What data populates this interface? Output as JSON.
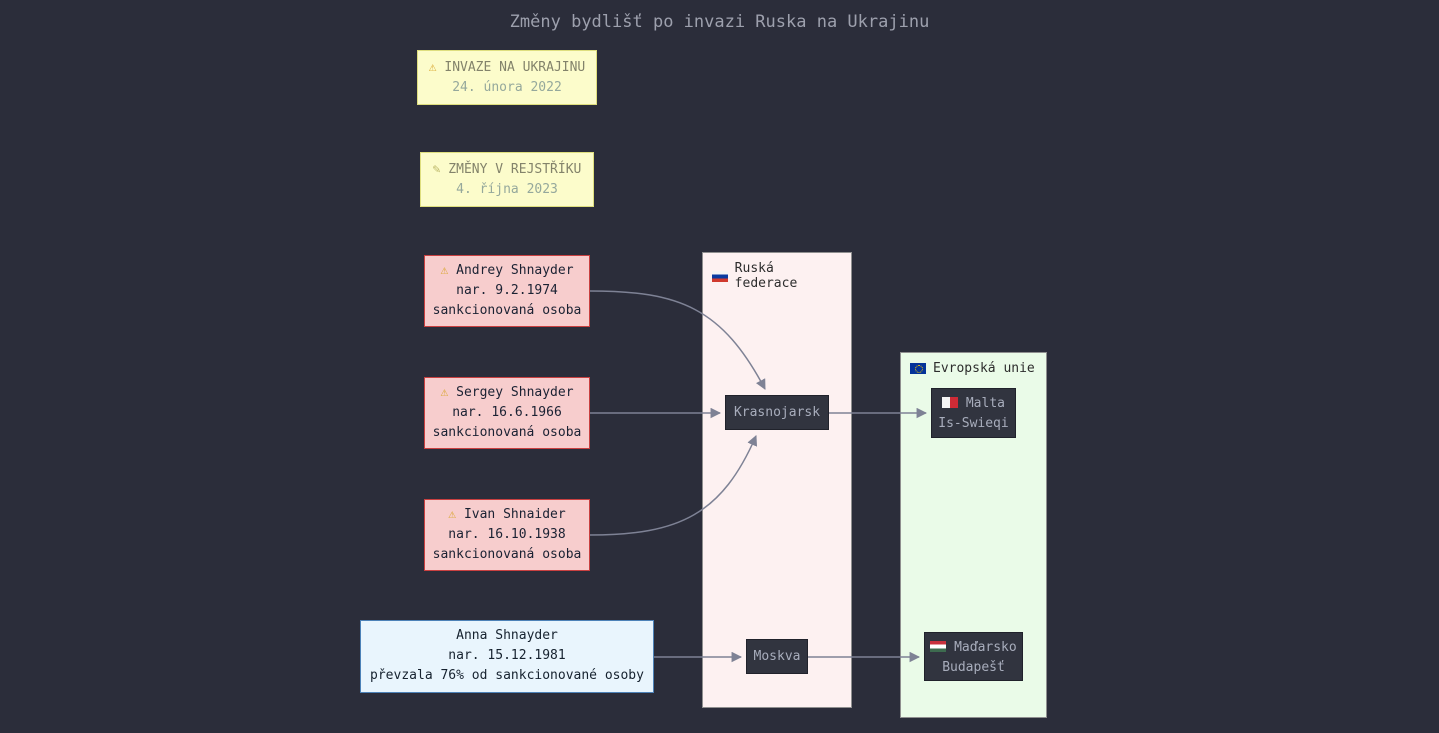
{
  "title": "Změny bydlišť po invazi Ruska na Ukrajinu",
  "icons": {
    "warning": "⚠",
    "memo": "✎",
    "russia_flag": "flag-russia",
    "eu_flag": "flag-eu",
    "malta_flag": "flag-malta",
    "hungary_flag": "flag-hungary"
  },
  "events": [
    {
      "label": "INVAZE NA UKRAJINU",
      "date": "24. února 2022"
    },
    {
      "label": "ZMĚNY V REJSTŘÍKU",
      "date": "4. října 2023"
    }
  ],
  "persons": [
    {
      "name": "Andrey Shnayder",
      "born": "nar. 9.2.1974",
      "note": "sankcionovaná osoba"
    },
    {
      "name": "Sergey Shnayder",
      "born": "nar. 16.6.1966",
      "note": "sankcionovaná osoba"
    },
    {
      "name": "Ivan Shnaider",
      "born": "nar. 16.10.1938",
      "note": "sankcionovaná osoba"
    },
    {
      "name": "Anna Shnayder",
      "born": "nar. 15.12.1981",
      "note": "převzala 76% od sankcionované osoby"
    }
  ],
  "regions": {
    "russia": {
      "label": "Ruská federace",
      "cities": {
        "krasnojarsk": "Krasnojarsk",
        "moskva": "Moskva"
      }
    },
    "eu": {
      "label": "Evropská unie",
      "locations": {
        "malta": {
          "country": "Malta",
          "city": "Is-Swieqi"
        },
        "hungary": {
          "country": "Maďarsko",
          "city": "Budapešť"
        }
      }
    }
  },
  "colors": {
    "background": "#2b2d3a",
    "sanctioned_box_bg": "#f7cdcd",
    "sanctioned_box_border": "#c94040",
    "successor_box_bg": "#e9f5fd",
    "successor_box_border": "#4d82b8",
    "event_box_bg": "#fcfccb",
    "event_box_border": "#dede7e",
    "russia_region_bg": "#fdf1f1",
    "eu_region_bg": "#eafbe8",
    "city_box_bg": "#31343f",
    "arrow": "#7e8295"
  }
}
